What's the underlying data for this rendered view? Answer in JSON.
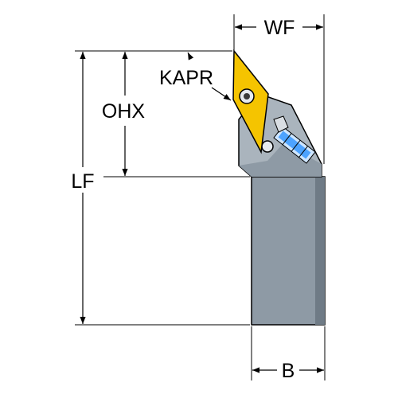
{
  "labels": {
    "wf": "WF",
    "kapr": "KAPR",
    "ohx": "OHX",
    "lf": "LF",
    "b": "B"
  },
  "colors": {
    "shank": "#8e9aa5",
    "shank_dark": "#6f7b86",
    "head_light": "#aab4bd",
    "insert": "#f5c400",
    "clamp_blue": "#4da3ff",
    "clamp_light": "#cfe6ff",
    "outline": "#000000"
  },
  "icons": {
    "screw": "torx-screw-icon"
  }
}
